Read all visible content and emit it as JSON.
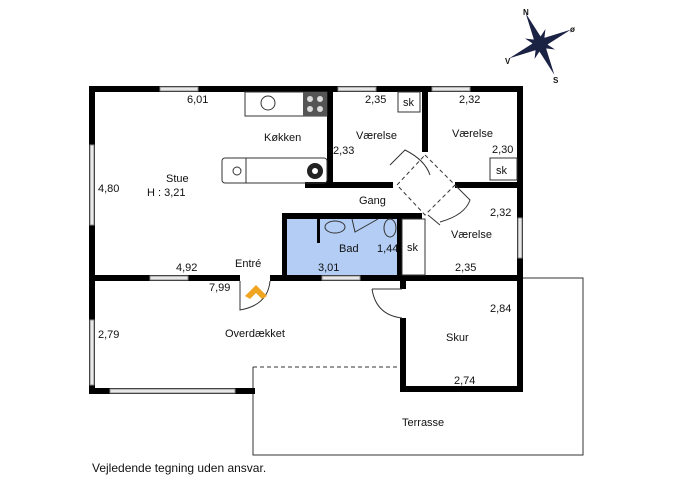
{
  "colors": {
    "wall": "#000000",
    "bathroom_fill": "#b3cdf5",
    "entrance_arrow": "#f0a521"
  },
  "compass": {
    "north": "N",
    "east": "ø",
    "south": "S",
    "west": "V"
  },
  "rooms": {
    "stue": {
      "name": "Stue",
      "height": "H : 3,21",
      "dim_top": "6,01",
      "dim_left": "4,80"
    },
    "kitchen": {
      "name": "Køkken"
    },
    "room1": {
      "name": "Værelse",
      "dim_top": "2,35",
      "dim_side": "2,33",
      "closet": "sk"
    },
    "room2": {
      "name": "Værelse",
      "dim_top": "2,32",
      "dim_side": "2,30",
      "closet": "sk"
    },
    "room3": {
      "name": "Værelse",
      "dim_side": "2,32",
      "dim_bottom": "2,35"
    },
    "hall": {
      "name": "Gang"
    },
    "bath": {
      "name": "Bad",
      "dim_side": "1,44",
      "dim_bottom": "3,01"
    },
    "closet_hall": {
      "name": "sk"
    },
    "entry": {
      "name": "Entré",
      "dim_bottom": "4,92"
    },
    "covered": {
      "name": "Overdækket",
      "dim_top": "7,99",
      "dim_left": "2,79"
    },
    "shed": {
      "name": "Skur",
      "dim_side": "2,84",
      "dim_bottom": "2,74"
    },
    "terrace": {
      "name": "Terrasse"
    }
  },
  "disclaimer": "Vejledende tegning uden ansvar."
}
